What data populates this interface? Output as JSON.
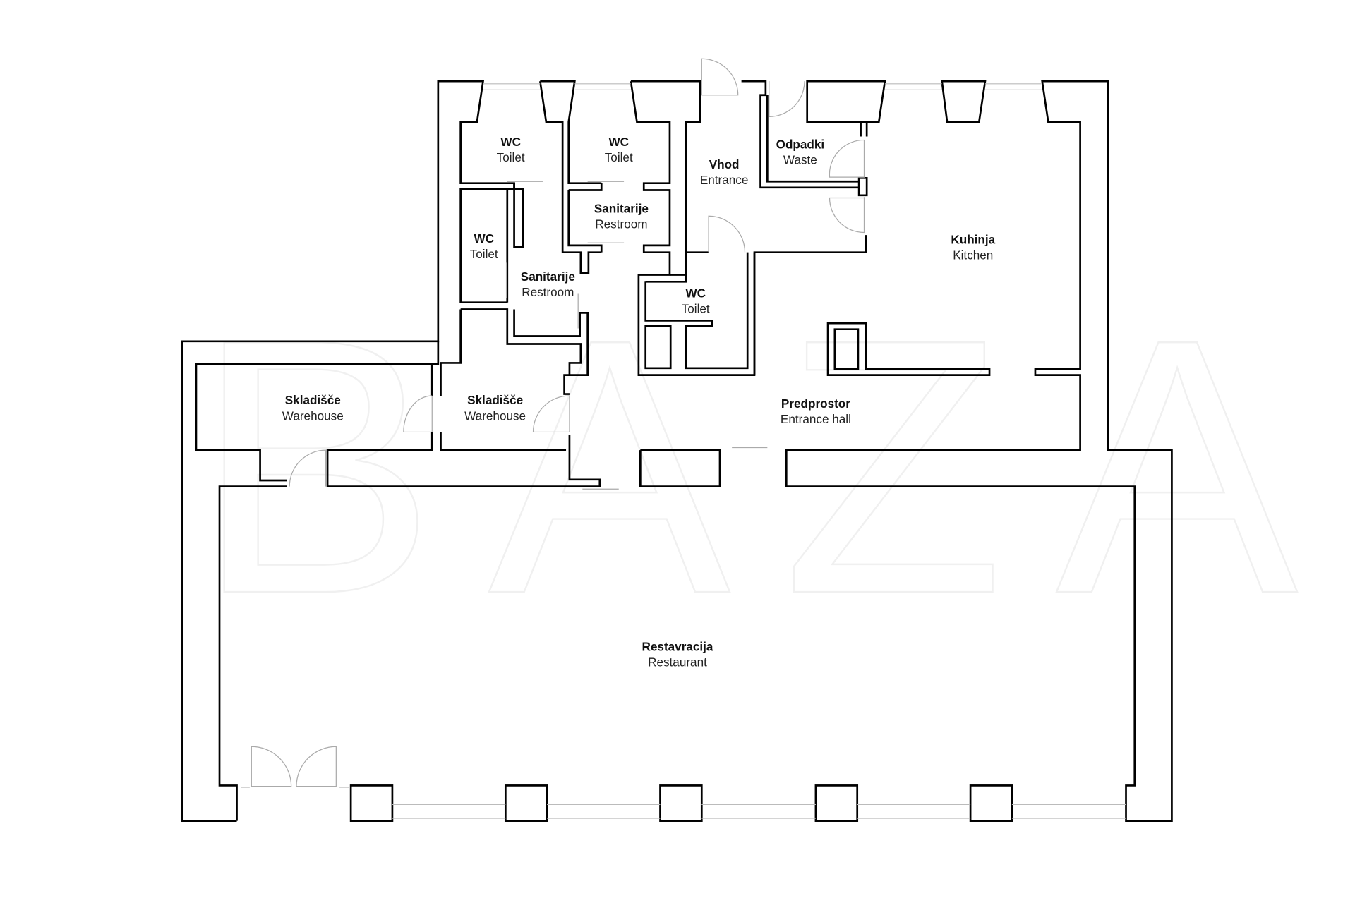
{
  "watermark": "BAZA",
  "rooms": [
    {
      "name": "WC",
      "sub": "Toilet"
    },
    {
      "name": "WC",
      "sub": "Toilet"
    },
    {
      "name": "WC",
      "sub": "Toilet"
    },
    {
      "name": "Sanitarije",
      "sub": "Restroom"
    },
    {
      "name": "Sanitarije",
      "sub": "Restroom"
    },
    {
      "name": "Vhod",
      "sub": "Entrance"
    },
    {
      "name": "Odpadki",
      "sub": "Waste"
    },
    {
      "name": "Kuhinja",
      "sub": "Kitchen"
    },
    {
      "name": "WC",
      "sub": "Toilet"
    },
    {
      "name": "Skladišče",
      "sub": "Warehouse"
    },
    {
      "name": "Skladišče",
      "sub": "Warehouse"
    },
    {
      "name": "Predprostor",
      "sub": "Entrance hall"
    },
    {
      "name": "Restavracija",
      "sub": "Restaurant"
    }
  ]
}
